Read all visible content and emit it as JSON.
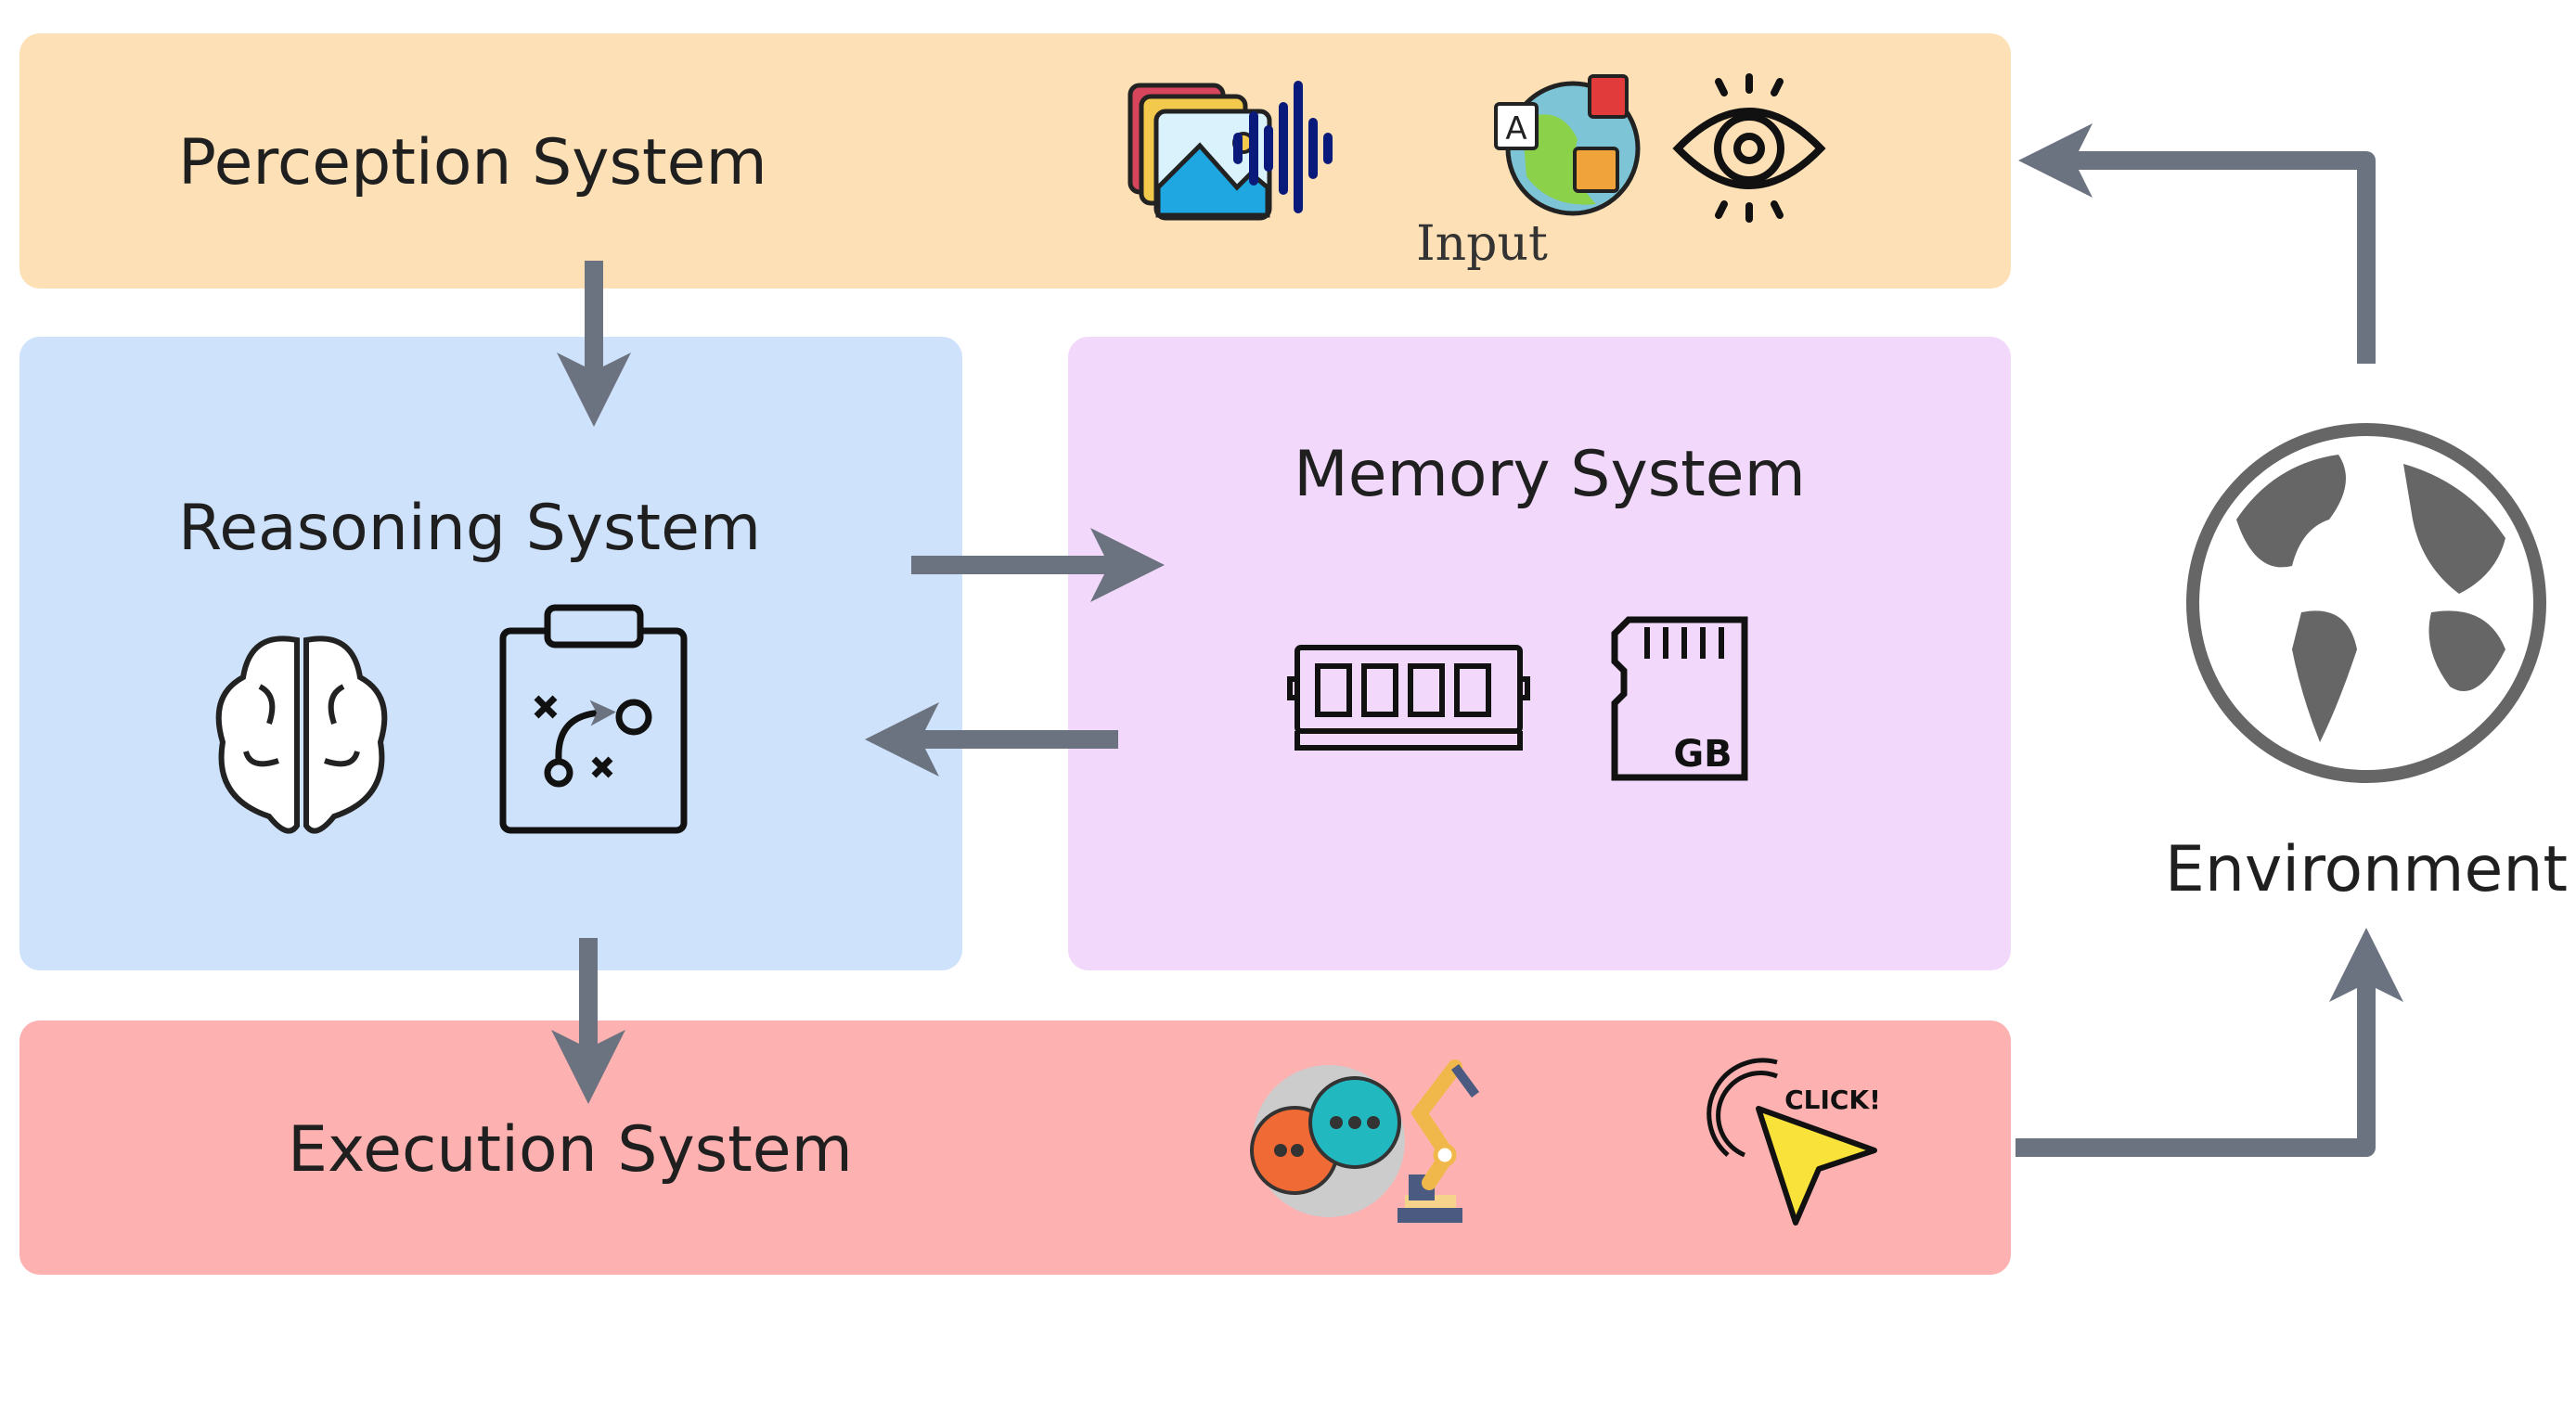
{
  "perception": {
    "title": "Perception System",
    "input_label": "Input",
    "icons": [
      "image-stack-icon",
      "sound-wave-icon",
      "translate-globe-icon",
      "eye-icon"
    ]
  },
  "reasoning": {
    "title": "Reasoning System",
    "icons": [
      "brain-icon",
      "strategy-clipboard-icon"
    ]
  },
  "memory": {
    "title": "Memory System",
    "icons": [
      "ram-icon",
      "sd-card-icon"
    ],
    "sd_label": "GB"
  },
  "execution": {
    "title": "Execution System",
    "icons": [
      "chat-bubbles-icon",
      "robot-arm-icon",
      "click-cursor-icon"
    ],
    "click_label": "CLICK!"
  },
  "environment": {
    "label": "Environment",
    "icon": "globe-icon"
  },
  "colors": {
    "perception": "#fde0b5",
    "reasoning": "#cfe2fb",
    "memory": "#f2d9fb",
    "execution": "#fdb1b1",
    "arrow": "#6b7280"
  }
}
